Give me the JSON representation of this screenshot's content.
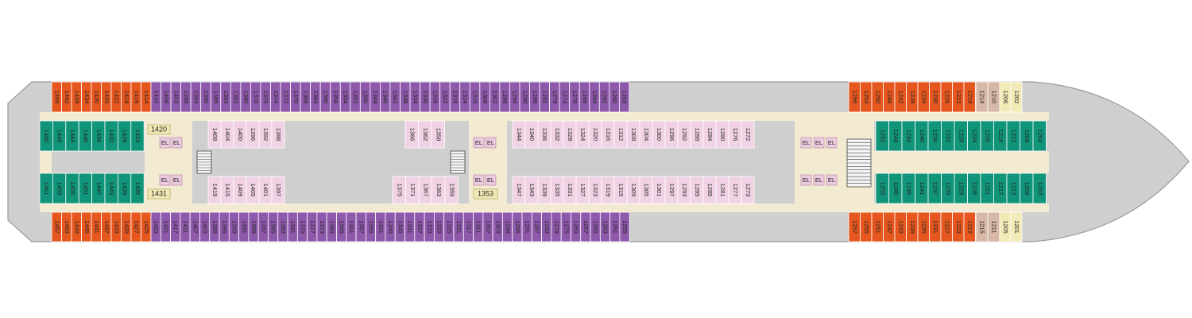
{
  "colors": {
    "hull": "#cfcfcf",
    "hull_stroke": "#9a9a9a",
    "corridor": "#f3ead2",
    "orange": "#e5571e",
    "purple": "#8e59ab",
    "teal": "#11957a",
    "pink": "#eccae0",
    "lightpink": "#f0d2e4",
    "yellow": "#f2eab6",
    "tan": "#d7b7a6",
    "stair_bg": "#f4f4f4"
  },
  "deck": {
    "top_outer": {
      "orange_fwd": [
        "1466",
        "1442",
        "1438",
        "1434",
        "1430",
        "1426",
        "1422",
        "1418",
        "1416",
        "1414"
      ],
      "purple": [
        "1410",
        "1406",
        "1402",
        "1398",
        "1394",
        "1390",
        "1386",
        "1384",
        "1382",
        "1380",
        "1378",
        "1376",
        "1374",
        "1372",
        "1370",
        "1368",
        "1364",
        "1360",
        "1356",
        "1354",
        "1352",
        "1350",
        "1348",
        "1346",
        "1342",
        "1338",
        "1334",
        "1330",
        "1326",
        "1322",
        "1318",
        "1314",
        "1310",
        "1306",
        "1302",
        "1298",
        "1294",
        "1290",
        "1286",
        "1282",
        "1278",
        "1274",
        "1270",
        "1266",
        "1264",
        "1262",
        "1260",
        "1258"
      ],
      "orange_aft": [
        "1256",
        "1254",
        "1250",
        "1246",
        "1242",
        "1238",
        "1234",
        "1230",
        "1226",
        "1222",
        "1218"
      ],
      "tan": [
        "1214",
        "1210"
      ],
      "yellow": [
        "1206",
        "1202"
      ]
    },
    "bottom_outer": {
      "orange_fwd": [
        "1457",
        "1453",
        "1449",
        "1445",
        "1441",
        "1437",
        "1433",
        "1429",
        "1427",
        "1425"
      ],
      "purple": [
        "1423",
        "1421",
        "1417",
        "1411",
        "1407",
        "1403",
        "1399",
        "1395",
        "1393",
        "1391",
        "1389",
        "1387",
        "1385",
        "1383",
        "1381",
        "1379",
        "1377",
        "1373",
        "1369",
        "1365",
        "1361",
        "1357",
        "1355",
        "1351",
        "1349",
        "1345",
        "1341",
        "1337",
        "1333",
        "1329",
        "1325",
        "1321",
        "1317",
        "1311",
        "1307",
        "1303",
        "1299",
        "1295",
        "1291",
        "1287",
        "1283",
        "1279",
        "1275",
        "1269",
        "1267",
        "1265",
        "1263",
        "1261",
        "1259"
      ],
      "orange_aft": [
        "1257",
        "1255",
        "1251",
        "1247",
        "1243",
        "1239",
        "1235",
        "1231",
        "1227",
        "1223",
        "1219"
      ],
      "tan": [
        "1215",
        "1211"
      ],
      "yellow": [
        "1205",
        "1201"
      ]
    },
    "teal_fwd_top": [
      "1450",
      "1448",
      "1444",
      "1440",
      "1436",
      "1432",
      "1428",
      "1424"
    ],
    "teal_fwd_bottom": [
      "1461",
      "1459",
      "1455",
      "1451",
      "1447",
      "1443",
      "1439",
      "1435"
    ],
    "teal_aft_top": [
      "1252",
      "1248",
      "1244",
      "1240",
      "1236",
      "1232",
      "1228",
      "1224",
      "1220",
      "1216",
      "1212",
      "1208",
      "1204"
    ],
    "teal_aft_bottom": [
      "1253",
      "1249",
      "1245",
      "1241",
      "1237",
      "1233",
      "1229",
      "1225",
      "1221",
      "1217",
      "1213",
      "1209",
      "1203"
    ],
    "inner_a_top": [
      "1408",
      "1404",
      "1400",
      "1396",
      "1392",
      "1388"
    ],
    "inner_a_bottom": [
      "1419",
      "1415",
      "1409",
      "1405",
      "1401",
      "1397"
    ],
    "inner_b_top": [
      "1366",
      "1362",
      "1358"
    ],
    "inner_b_bottom": [
      "1375",
      "1371",
      "1367",
      "1363",
      "1359"
    ],
    "inner_c_top": [
      "1344",
      "1340",
      "1336",
      "1332",
      "1328",
      "1324",
      "1320",
      "1316",
      "1312",
      "1308",
      "1304",
      "1300",
      "1296",
      "1292",
      "1288",
      "1284",
      "1280",
      "1276",
      "1272"
    ],
    "inner_c_bottom": [
      "1347",
      "1343",
      "1339",
      "1335",
      "1331",
      "1327",
      "1323",
      "1319",
      "1315",
      "1309",
      "1305",
      "1301",
      "1297",
      "1293",
      "1289",
      "1285",
      "1281",
      "1277",
      "1273"
    ],
    "special_cabins": [
      "1420",
      "1431",
      "1353"
    ],
    "elevator_label": "EL"
  }
}
